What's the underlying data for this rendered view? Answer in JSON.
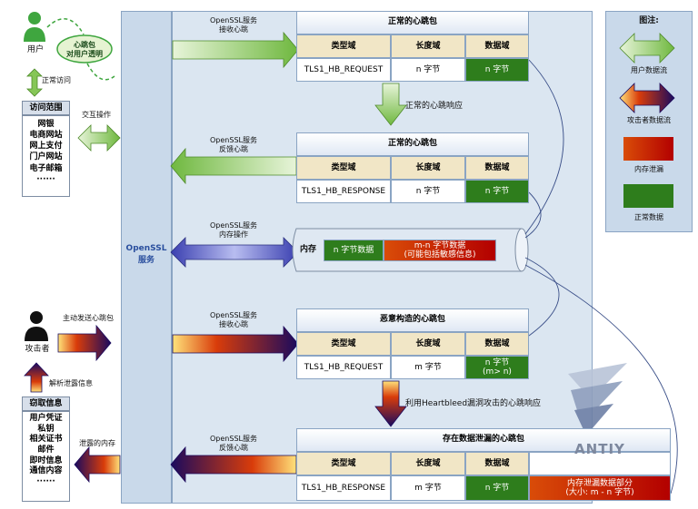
{
  "user": {
    "label": "用户",
    "bubble_text_line1": "心跳包",
    "bubble_text_line2": "对用户透明",
    "access_label": "正常访问"
  },
  "access_scope": {
    "title": "访问范围",
    "items": [
      "网银",
      "电商网站",
      "网上支付",
      "门户网站",
      "电子邮箱",
      "······"
    ],
    "interaction_label": "交互操作"
  },
  "attacker": {
    "label": "攻击者",
    "send_label": "主动发送心跳包",
    "parse_label": "解析泄露信息"
  },
  "stolen_info": {
    "title": "窃取信息",
    "items": [
      "用户凭证",
      "私钥",
      "相关证书",
      "邮件",
      "即时信息",
      "通信内容",
      "······"
    ],
    "leaked_label": "泄露的内存"
  },
  "openssl": {
    "label_line1": "OpenSSL",
    "label_line2": "服务"
  },
  "flow_labels": {
    "receive_line1": "OpenSSL服务",
    "receive_line2": "接收心跳",
    "reply_line1": "OpenSSL服务",
    "reply_line2": "反馈心跳",
    "memory_line1": "OpenSSL服务",
    "memory_line2": "内存操作",
    "receive2_line1": "OpenSSL服务",
    "receive2_line2": "接收心跳",
    "reply2_line1": "OpenSSL服务",
    "reply2_line2": "反馈心跳"
  },
  "fields": {
    "type": "类型域",
    "length": "长度域",
    "data": "数据域"
  },
  "packet_normal_request": {
    "title": "正常的心跳包",
    "type_value": "TLS1_HB_REQUEST",
    "length_value": "n 字节",
    "data_value": "n 字节"
  },
  "normal_response_label": "正常的心跳响应",
  "packet_normal_response": {
    "title": "正常的心跳包",
    "type_value": "TLS1_HB_RESPONSE",
    "length_value": "n 字节",
    "data_value": "n 字节"
  },
  "memory": {
    "label": "内存",
    "data_n": "n 字节数据",
    "data_mn_line1": "m-n 字节数据",
    "data_mn_line2": "(可能包括敏感信息)"
  },
  "packet_malicious": {
    "title": "恶意构造的心跳包",
    "type_value": "TLS1_HB_REQUEST",
    "length_value": "m 字节",
    "data_value_line1": "n 字节",
    "data_value_line2": "(m> n)"
  },
  "attack_response_label": "利用Heartbleed漏洞攻击的心跳响应",
  "packet_leak": {
    "title": "存在数据泄漏的心跳包",
    "type_value": "TLS1_HB_RESPONSE",
    "length_value": "m 字节",
    "data_value": "n 字节",
    "leak_line1": "内存泄漏数据部分",
    "leak_line2": "(大小: m - n 字节)"
  },
  "legend": {
    "title": "图注:",
    "user_flow": "用户数据流",
    "attacker_flow": "攻击者数据流",
    "memory_leak": "内存泄漏",
    "normal_data": "正常数据"
  },
  "watermark": "ANTIY",
  "colors": {
    "panel": "#c9d9ea",
    "green_arrow": "#86c657",
    "attacker_arrow": "#1a0a5e",
    "memory_arrow": "#5b63d1",
    "leak_red": "#c81a00",
    "normal_green": "#2e7d1c",
    "field_header": "#f1e6c6"
  }
}
